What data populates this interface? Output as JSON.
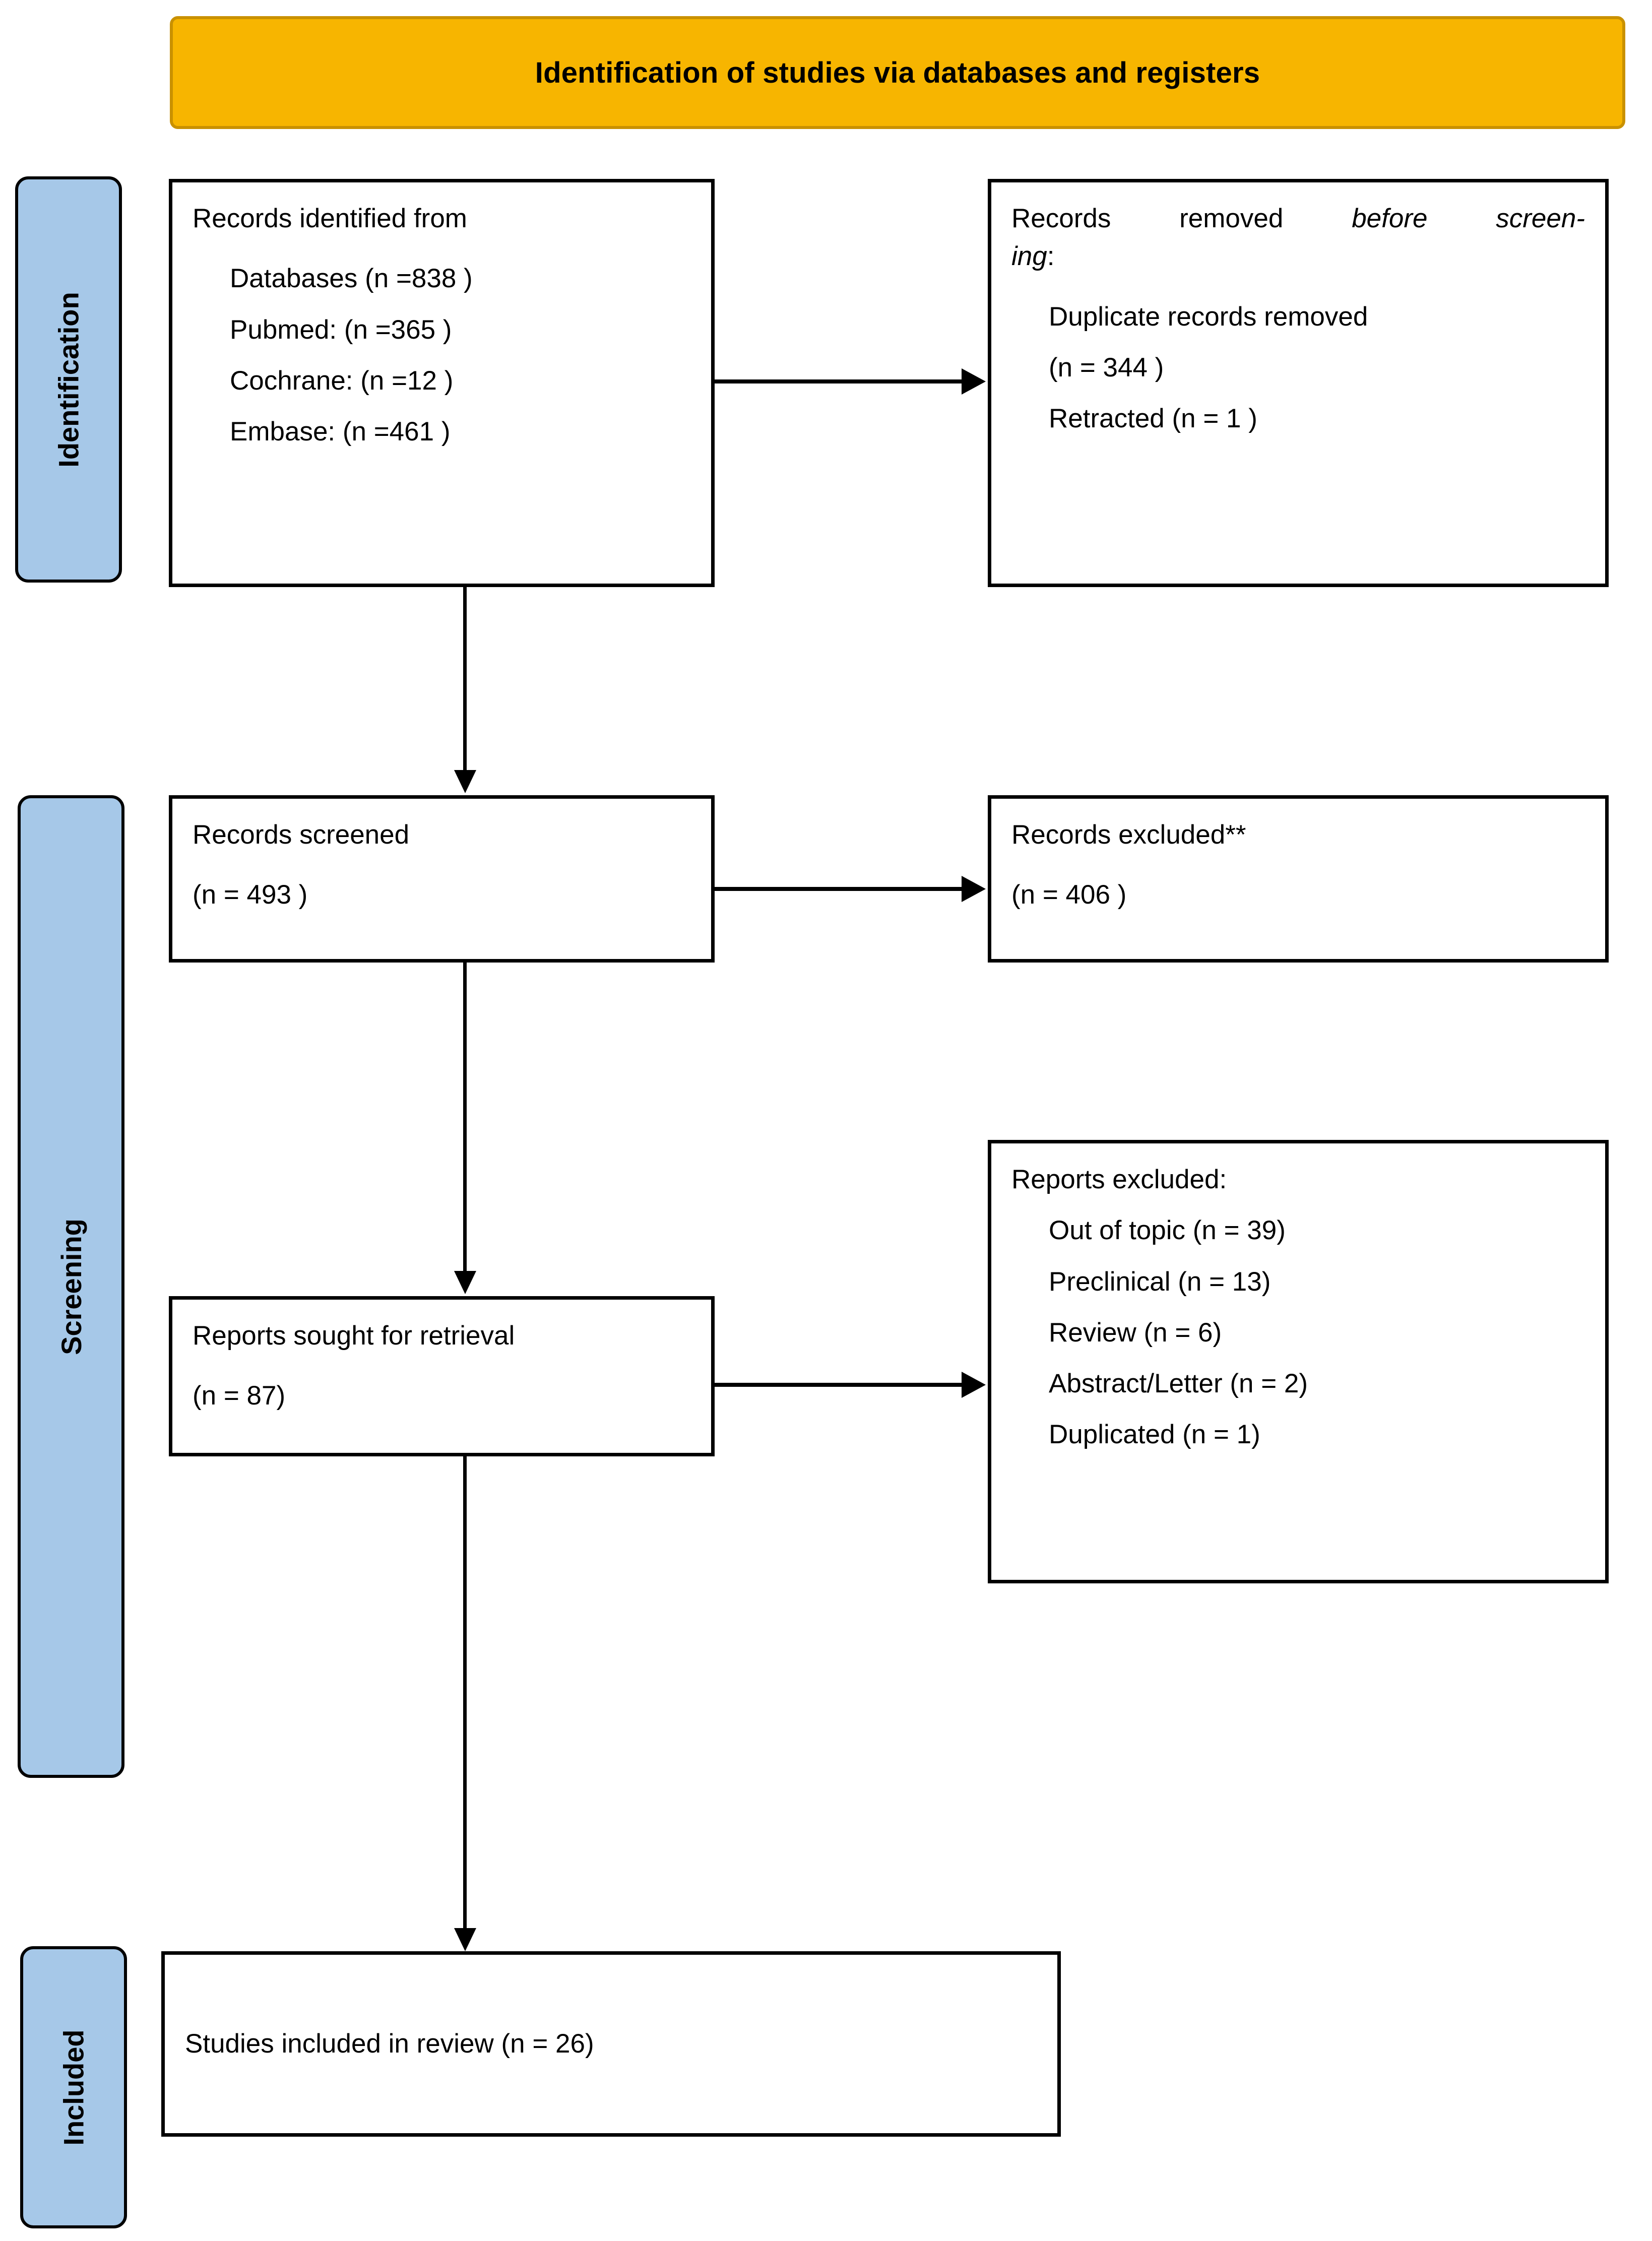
{
  "header": {
    "title": "Identification of studies via databases and registers"
  },
  "phases": [
    {
      "id": "identification",
      "label": "Identification"
    },
    {
      "id": "screening",
      "label": "Screening"
    },
    {
      "id": "included",
      "label": "Included"
    }
  ],
  "boxes": {
    "records_identified": {
      "title": "Records identified from",
      "items": [
        "Databases (n =838 )",
        "Pubmed: (n =365 )",
        "Cochrane: (n =12 )",
        "Embase: (n =461 )"
      ]
    },
    "records_removed": {
      "title_part1": "Records removed",
      "title_italic": "before  screen-",
      "title_italic2": "ing",
      "title_colon": ":",
      "items": [
        "Duplicate records removed",
        "(n = 344 )",
        "Retracted (n = 1 )"
      ]
    },
    "records_screened": {
      "title": "Records screened",
      "count": "(n = 493 )"
    },
    "records_excluded": {
      "title": "Records excluded**",
      "count": "(n = 406 )"
    },
    "reports_sought": {
      "title": "Reports sought for retrieval",
      "count": "(n = 87)"
    },
    "reports_excluded": {
      "title": "Reports excluded:",
      "items": [
        "Out of topic (n = 39)",
        "Preclinical (n = 13)",
        "Review (n = 6)",
        "Abstract/Letter (n = 2)",
        "Duplicated (n = 1)"
      ]
    },
    "studies_included": {
      "text": "Studies included in review (n = 26)"
    }
  },
  "colors": {
    "header_fill": "#F7B500",
    "header_border": "#C99100",
    "phase_fill": "#A6C8E8",
    "line": "#000000",
    "box_fill": "#FFFFFF"
  },
  "chart_data": {
    "type": "diagram",
    "title": "PRISMA 2020 flow diagram",
    "nodes": [
      {
        "id": "records_identified",
        "label": "Records identified from",
        "n_total": 838,
        "sources": [
          {
            "name": "Databases",
            "n": 838
          },
          {
            "name": "Pubmed",
            "n": 365
          },
          {
            "name": "Cochrane",
            "n": 12
          },
          {
            "name": "Embase",
            "n": 461
          }
        ]
      },
      {
        "id": "records_removed",
        "label": "Records removed before screening",
        "reasons": [
          {
            "name": "Duplicate records removed",
            "n": 344
          },
          {
            "name": "Retracted",
            "n": 1
          }
        ]
      },
      {
        "id": "records_screened",
        "label": "Records screened",
        "n": 493
      },
      {
        "id": "records_excluded",
        "label": "Records excluded**",
        "n": 406
      },
      {
        "id": "reports_sought",
        "label": "Reports sought for retrieval",
        "n": 87
      },
      {
        "id": "reports_excluded",
        "label": "Reports excluded",
        "reasons": [
          {
            "name": "Out of topic",
            "n": 39
          },
          {
            "name": "Preclinical",
            "n": 13
          },
          {
            "name": "Review",
            "n": 6
          },
          {
            "name": "Abstract/Letter",
            "n": 2
          },
          {
            "name": "Duplicated",
            "n": 1
          }
        ]
      },
      {
        "id": "studies_included",
        "label": "Studies included in review",
        "n": 26
      }
    ],
    "edges": [
      {
        "from": "records_identified",
        "to": "records_removed",
        "direction": "right"
      },
      {
        "from": "records_identified",
        "to": "records_screened",
        "direction": "down"
      },
      {
        "from": "records_screened",
        "to": "records_excluded",
        "direction": "right"
      },
      {
        "from": "records_screened",
        "to": "reports_sought",
        "direction": "down"
      },
      {
        "from": "reports_sought",
        "to": "reports_excluded",
        "direction": "right"
      },
      {
        "from": "reports_sought",
        "to": "studies_included",
        "direction": "down"
      }
    ]
  }
}
